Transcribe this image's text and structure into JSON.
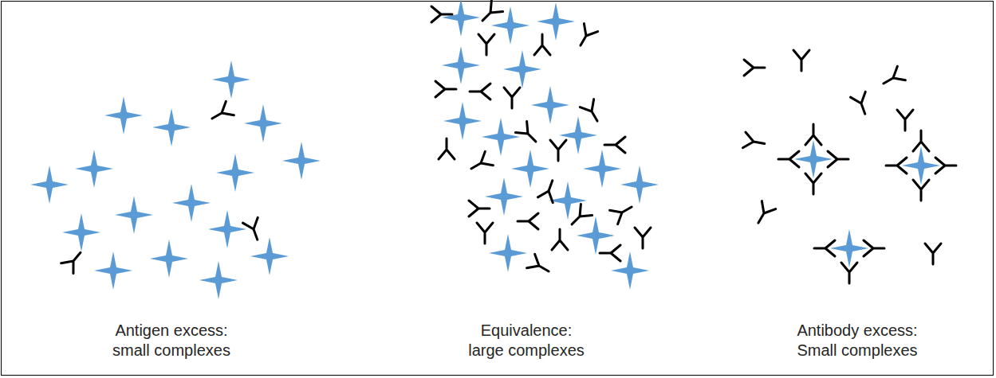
{
  "diagram": {
    "labels": [
      "Antigen excess: small complexes",
      "Equivalence: large complexes",
      "Antibody excess: Small complexes"
    ]
  }
}
